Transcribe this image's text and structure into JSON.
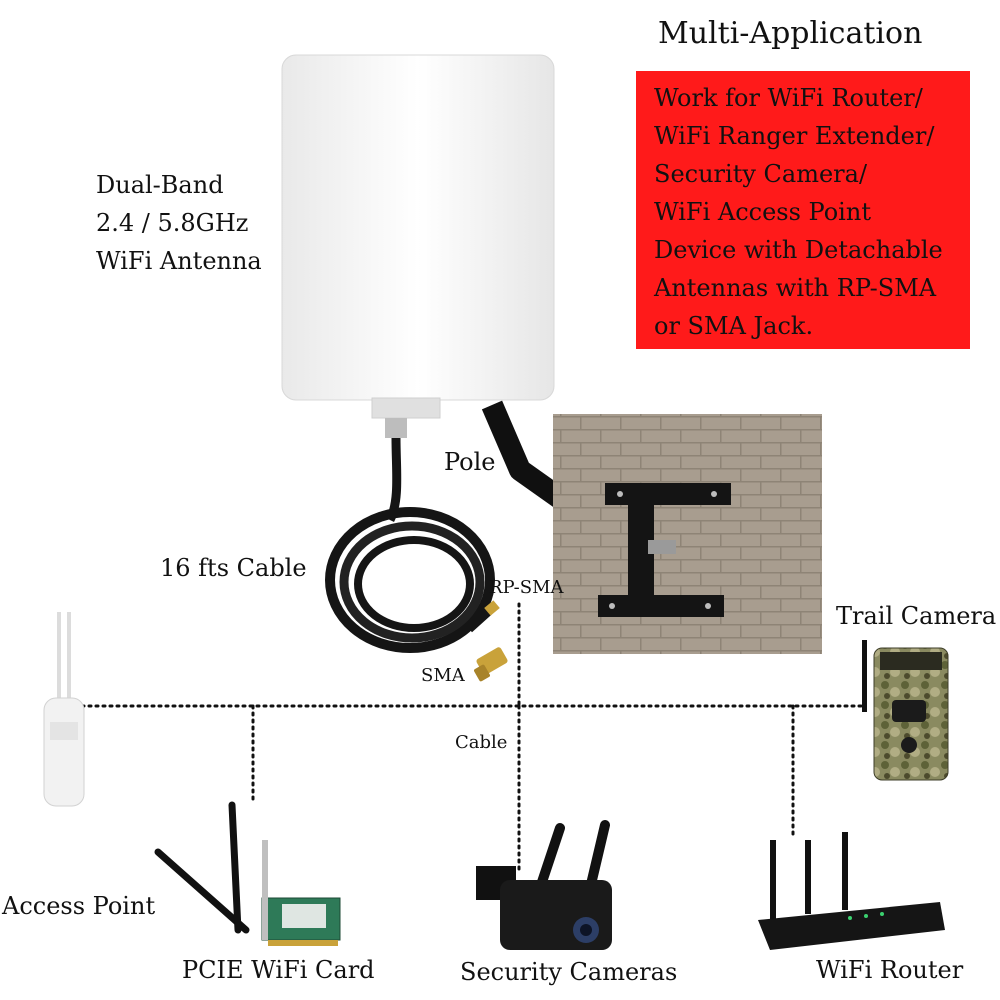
{
  "header": {
    "title": "Multi-Application"
  },
  "applications": {
    "lines": [
      "Work for WiFi Router/",
      "WiFi Ranger Extender/",
      "Security Camera/",
      "WiFi Access Point",
      "Device with Detachable",
      "Antennas with RP-SMA",
      "or SMA Jack."
    ]
  },
  "antenna": {
    "lines": [
      "Dual-Band",
      "2.4 / 5.8GHz",
      "WiFi Antenna"
    ]
  },
  "labels": {
    "pole": "Pole",
    "cable_16": "16 fts Cable",
    "rp_sma": "RP-SMA",
    "sma": "SMA",
    "cable": "Cable",
    "trail_camera": "Trail Camera",
    "access_point": "Access Point",
    "pcie_card": "PCIE WiFi Card",
    "security_cameras": "Security Cameras",
    "wifi_router": "WiFi Router"
  },
  "colors": {
    "accent_red": "#ff1a1a",
    "antenna_white": "#f4f4f4",
    "cable_black": "#151515",
    "wall": "#a59a8c",
    "pcb_green": "#2e7a58"
  }
}
